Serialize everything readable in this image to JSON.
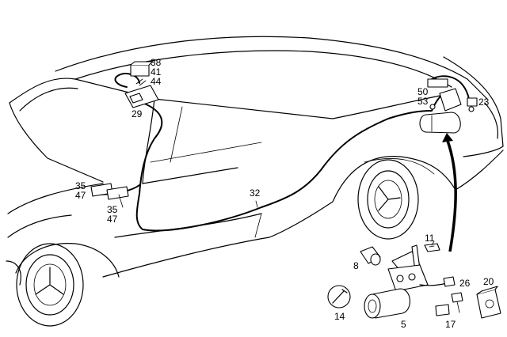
{
  "labels": {
    "l38": "38",
    "l41": "41",
    "l44": "44",
    "l29": "29",
    "l50": "50",
    "l53": "53",
    "l23": "23",
    "l35a": "35",
    "l47a": "47",
    "l35b": "35",
    "l47b": "47",
    "l32": "32",
    "l11": "11",
    "l8": "8",
    "l26": "26",
    "l20": "20",
    "l14": "14",
    "l5": "5",
    "l17": "17"
  }
}
